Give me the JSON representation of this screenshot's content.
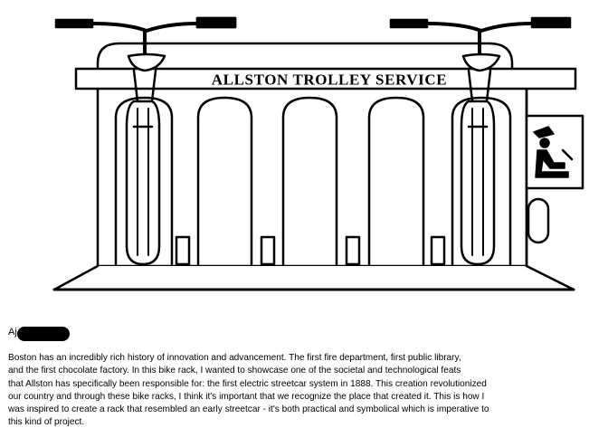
{
  "illustration": {
    "sign_text": "ALLSTON TROLLEY SERVICE",
    "line_color": "#000000",
    "fill_color": "#ffffff",
    "icons": [
      "bicycle-icon",
      "trolley-rack-icon",
      "driver-sign-icon"
    ]
  },
  "author": {
    "prefix": "Aj",
    "name_redacted": true
  },
  "description": {
    "lines": [
      "Boston has an incredibly rich history of innovation and advancement. The first fire department, first public library,",
      "and the first chocolate factory. In this bike rack, I wanted to showcase one of the societal and technological feats",
      "that Allston has specifically been responsible for: the first electric streetcar system in 1888. This creation revolutionized",
      "our country and through these bike racks, I think it's important that we recognize the place that created it. This is how I",
      "was inspired to create a rack that resembled an early streetcar - it's both practical and symbolical which is imperative to",
      "this kind of project."
    ]
  }
}
